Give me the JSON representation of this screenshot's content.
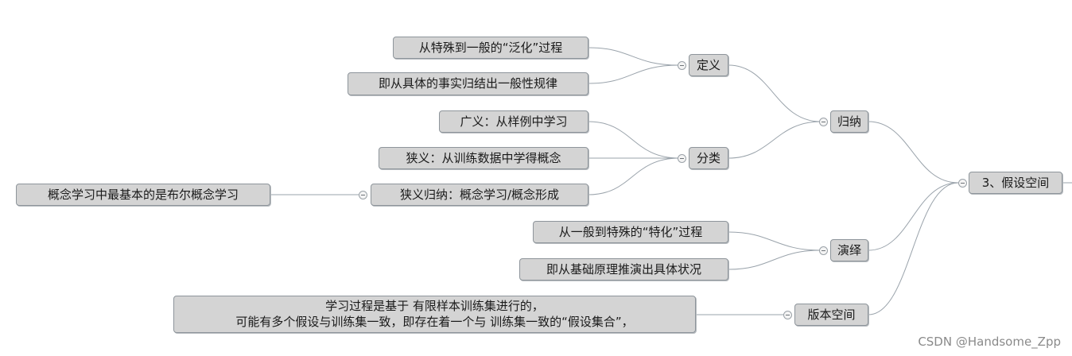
{
  "root": {
    "label": "3、假设空间"
  },
  "branches": {
    "induction": {
      "label": "归纳",
      "definition": {
        "label": "定义",
        "items": [
          "从特殊到一般的“泛化”过程",
          "即从具体的事实归结出一般性规律"
        ]
      },
      "classification": {
        "label": "分类",
        "items": [
          "广义：从样例中学习",
          "狭义：从训练数据中学得概念",
          "狭义归纳：概念学习/概念形成"
        ],
        "concept_learning_child": "概念学习中最基本的是布尔概念学习"
      }
    },
    "deduction": {
      "label": "演绎",
      "items": [
        "从一般到特殊的“特化”过程",
        "即从基础原理推演出具体状况"
      ]
    },
    "version_space": {
      "label": "版本空间",
      "note": {
        "line1": "学习过程是基于 有限样本训练集进行的，",
        "line2": "可能有多个假设与训练集一致，即存在着一个与 训练集一致的“假设集合”，"
      }
    }
  },
  "watermark": "CSDN @Handsome_Zpp",
  "colors": {
    "node_fill": "#d4d4d4",
    "node_border": "#8e959b",
    "connector": "#9aa3ab"
  }
}
